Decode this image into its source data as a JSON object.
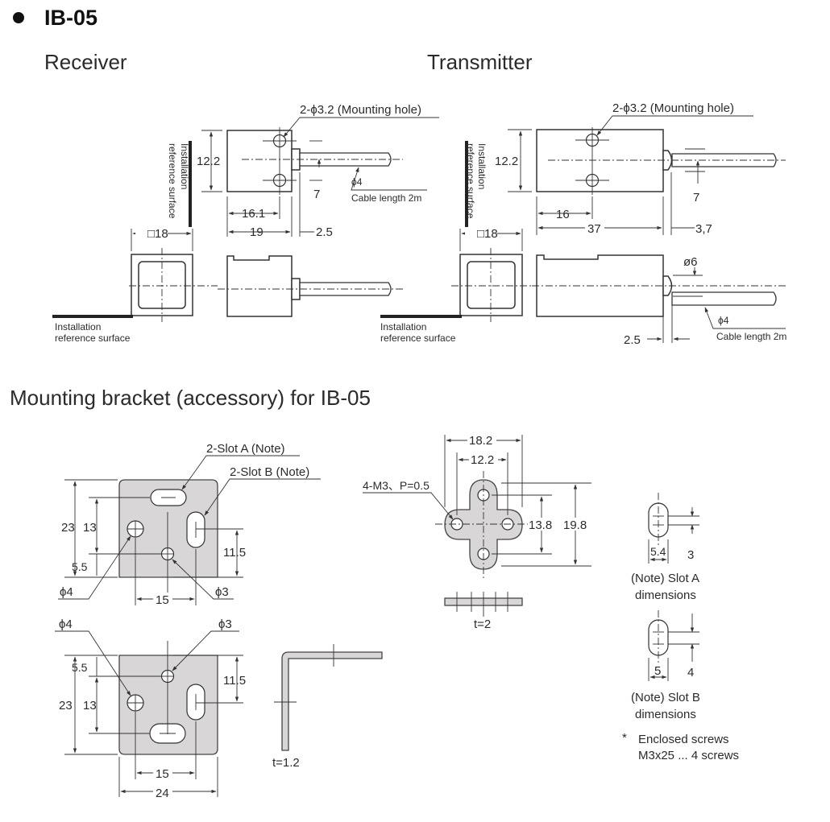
{
  "title": "IB-05",
  "receiver": {
    "heading": "Receiver",
    "mounting_hole": "2-ϕ3.2 (Mounting hole)",
    "install_surface_vertical_1": "Installation",
    "install_surface_vertical_2": "reference surface",
    "install_surface_1": "Installation",
    "install_surface_2": "reference surface",
    "cable_dia": "ϕ4",
    "cable_length": "Cable length 2m",
    "dims": {
      "height": "12.2",
      "hole_offset": "7",
      "hole_pitch": "16.1",
      "body": "19",
      "protrusion": "2.5",
      "square": "□18"
    }
  },
  "transmitter": {
    "heading": "Transmitter",
    "mounting_hole": "2-ϕ3.2 (Mounting hole)",
    "install_surface_vertical_1": "Installation",
    "install_surface_vertical_2": "reference surface",
    "install_surface_1": "Installation",
    "install_surface_2": "reference surface",
    "cable_dia": "ϕ4",
    "cable_length": "Cable length 2m",
    "dims": {
      "height": "12.2",
      "hole_offset": "7",
      "hole_pitch": "16",
      "body": "37",
      "protrusion": "3,7",
      "square": "□18",
      "lens_dia": "ø6",
      "lens_len": "2.5"
    }
  },
  "bracket": {
    "heading": "Mounting bracket (accessory) for IB-05",
    "slot_a_label": "2-Slot A (Note)",
    "slot_b_label": "2-Slot B (Note)",
    "top_view": {
      "height": "23",
      "inner": "13",
      "offset": "5.5",
      "right": "11.5",
      "pitch": "15",
      "hole_large": "ϕ4",
      "hole_small": "ϕ3"
    },
    "bottom_view": {
      "height": "23",
      "inner": "13",
      "offset": "5.5",
      "right": "11.5",
      "pitch": "15",
      "width": "24",
      "hole_large": "ϕ4",
      "hole_small": "ϕ3"
    },
    "side_thickness": "t=1.2",
    "adapter": {
      "threads": "4-M3、P=0.5",
      "width": "18.2",
      "pitch_x": "12.2",
      "pitch_y": "13.8",
      "height": "19.8",
      "thickness": "t=2"
    },
    "slot_a": {
      "width": "5.4",
      "height": "3",
      "caption_1": "(Note) Slot A",
      "caption_2": "dimensions"
    },
    "slot_b": {
      "width": "5",
      "height": "4",
      "caption_1": "(Note) Slot B",
      "caption_2": "dimensions"
    },
    "screws": {
      "marker": "*",
      "line_1": "Enclosed screws",
      "line_2": "M3x25 ... 4 screws"
    }
  }
}
